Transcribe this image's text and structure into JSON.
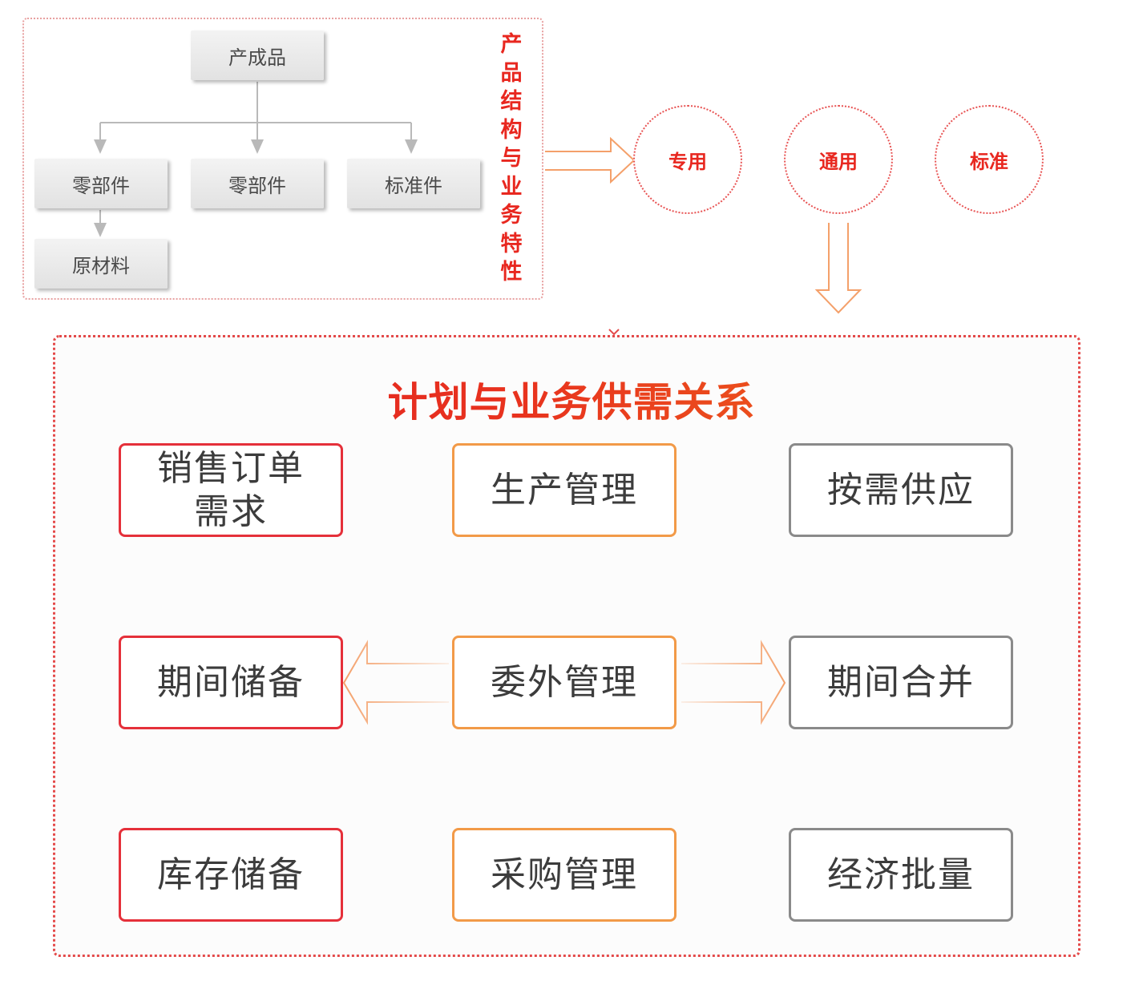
{
  "product_structure": {
    "finished_product": "产成品",
    "component_1": "零部件",
    "component_2": "零部件",
    "standard_part": "标准件",
    "raw_material": "原材料",
    "side_title_chars": [
      "产",
      "品",
      "结",
      "构",
      "与",
      "业",
      "务",
      "特",
      "性"
    ]
  },
  "characteristics": {
    "dedicated": "专用",
    "general": "通用",
    "standard": "标准"
  },
  "supply_demand": {
    "title": "计划与业务供需关系",
    "rows": [
      {
        "left": "销售订单\n需求",
        "center": "生产管理",
        "right": "按需供应"
      },
      {
        "left": "期间储备",
        "center": "委外管理",
        "right": "期间合并"
      },
      {
        "left": "库存储备",
        "center": "采购管理",
        "right": "经济批量"
      }
    ]
  },
  "colors": {
    "accent_red": "#e8271f",
    "demand_border": "#e5303a",
    "management_border": "#f29a48",
    "supply_border": "#8a8a8a",
    "arrow_orange": "#f4a06a"
  }
}
